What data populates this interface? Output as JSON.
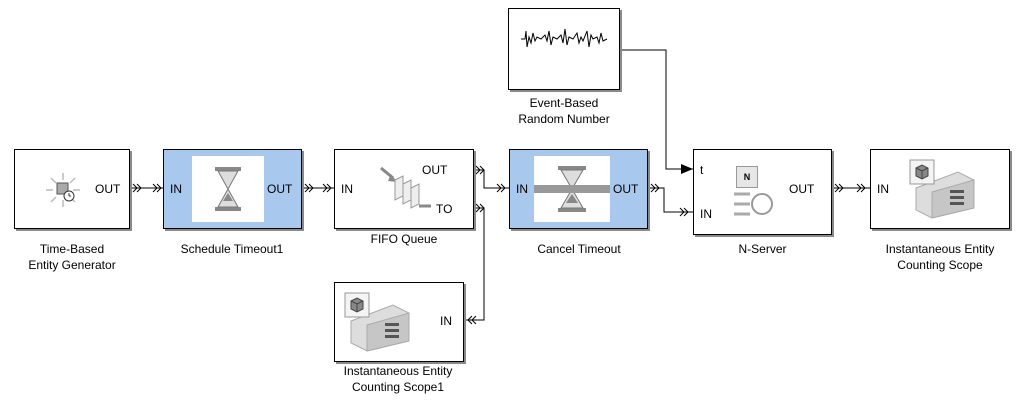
{
  "blocks": {
    "generator": {
      "name": "Time-Based\nEntity Generator",
      "name_line1": "Time-Based",
      "name_line2": "Entity Generator",
      "port_out": "OUT"
    },
    "schedule_timeout": {
      "name": "Schedule Timeout1",
      "port_in": "IN",
      "port_out": "OUT"
    },
    "fifo_queue": {
      "name": "FIFO Queue",
      "port_in": "IN",
      "port_out": "OUT",
      "port_to": "TO"
    },
    "cancel_timeout": {
      "name": "Cancel Timeout",
      "port_in": "IN",
      "port_out": "OUT"
    },
    "random_number": {
      "name_line1": "Event-Based",
      "name_line2": "Random Number"
    },
    "n_server": {
      "name": "N-Server",
      "port_t": "t",
      "port_in": "IN",
      "port_out": "OUT",
      "badge": "N"
    },
    "scope_main": {
      "name_line1": "Instantaneous Entity",
      "name_line2": "Counting Scope",
      "port_in": "IN"
    },
    "scope_1": {
      "name_line1": "Instantaneous Entity",
      "name_line2": "Counting Scope1",
      "port_in": "IN"
    }
  },
  "colors": {
    "highlight": "#a9c8ee",
    "wire": "#000000"
  }
}
